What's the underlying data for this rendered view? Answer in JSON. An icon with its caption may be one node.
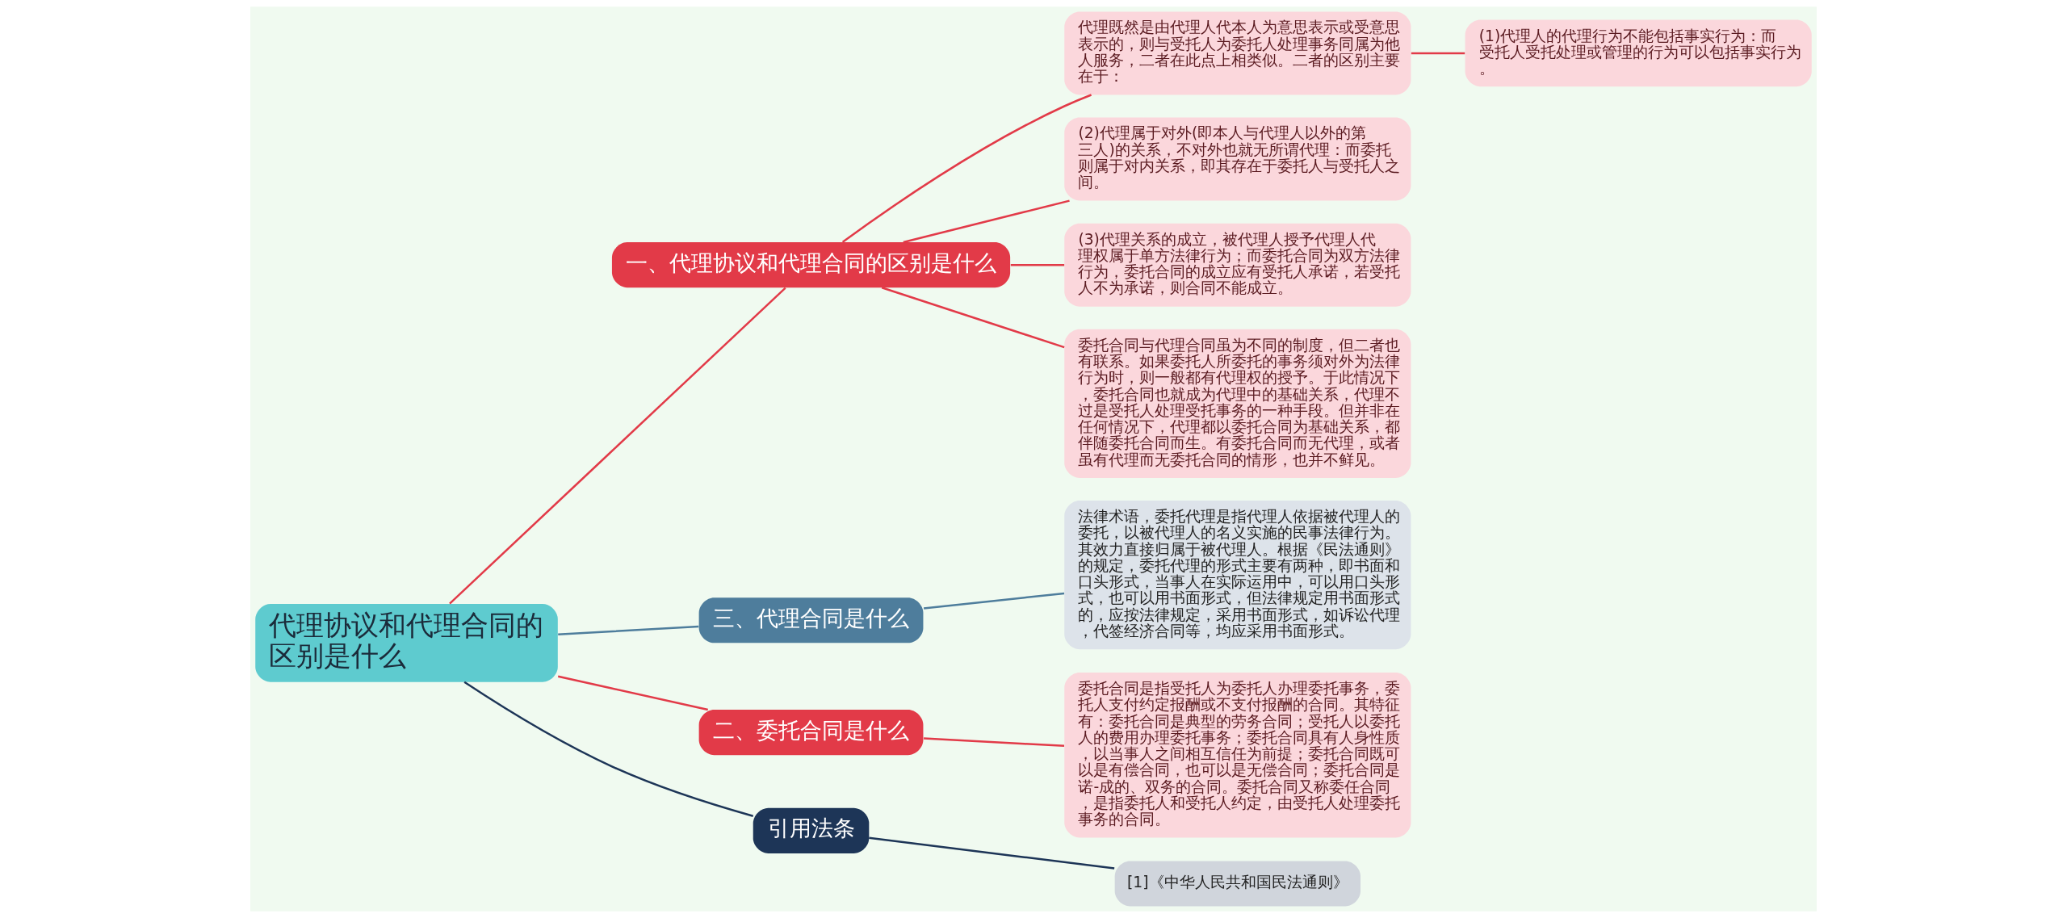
{
  "diagram": {
    "nodes": [
      {
        "text": [
          "代理协议和代理合同的区别是什么"
        ]
      },
      {
        "text": [
          "一、代理协议和代理合同的区别是什么"
        ]
      },
      {
        "text": [
          "代理既然是由代理人代本人为意思表示或受意思表示的，则与受托人为委托人处理事务同属为他人服务，二者在此点上相类似。二者的区别主要在于："
        ]
      },
      {
        "text": [
          "(1)代理人的代理行为不能包括事实行为：而受托人受托处理或管理的行为可以包括事实行为。"
        ]
      },
      {
        "text": [
          "(2)代理属于对外(即本人与代理人以外的第三人)的关系，不对外也就无所谓代理：而委托则属于对内关系，即其存在于委托人与受托人之间。"
        ]
      },
      {
        "text": [
          "(3)代理关系的成立，被代理人授予代理人代理权属于单方法律行为；而委托合同为双方法律行为，委托合同的成立应有受托人承诺，若受托人不为承诺，则合同不能成立。"
        ]
      },
      {
        "text": [
          "委托合同与代理合同虽为不同的制度，但二者也有联系。如果委托人所委托的事务须对外为法律行为时，则一般都有代理权的授予。于此情况下，委托合同也就成为代理中的基础关系，代理不过是受托人处理受托事务的一种手段。但并非在任何情况下，代理都以委托合同为基础关系，都伴随委托合同而生。有委托合同而无代理，或者虽有代理而无委托合同的情形，也并不鲜见。"
        ]
      },
      {
        "text": [
          "三、代理合同是什么"
        ]
      },
      {
        "text": [
          "法律术语，委托代理是指代理人依据被代理人的委托，以被代理人的名义实施的民事法律行为。其效力直接归属于被代理人。根据《民法通则》的规定，委托代理的形式主要有两种，即书面和口头形式，当事人在实际运用中，可以用口头形式，也可以用书面形式，但法律规定用书面形式的，应按法律规定，采用书面形式，如诉讼代理，代签经济合同等，均应采用书面形式。"
        ]
      },
      {
        "text": [
          "二、委托合同是什么"
        ]
      },
      {
        "text": [
          "委托合同是指受托人为委托人办理委托事务，委托人支付约定报酬或不支付报酬的合同。其特征有：委托合同是典型的劳务合同；受托人以委托人的费用办理委托事务；委托合同具有人身性质，以当事人之间相互信任为前提；委托合同既可以是有偿合同，也可以是无偿合同；委托合同是诺-成的、双务的合同。委托合同又称委任合同，是指委托人和受托人约定，由受托人处理委托事务的合同。"
        ]
      },
      {
        "text": [
          "引用法条"
        ]
      },
      {
        "text": [
          "[1]《中华人民共和国民法通则》"
        ]
      }
    ],
    "edges": [
      {
        "from": 0,
        "to": 1,
        "arrow": "none"
      },
      {
        "from": 1,
        "to": 2,
        "arrow": "none"
      },
      {
        "from": 2,
        "to": 3,
        "arrow": "none"
      },
      {
        "from": 1,
        "to": 4,
        "arrow": "none"
      },
      {
        "from": 1,
        "to": 5,
        "arrow": "none"
      },
      {
        "from": 1,
        "to": 6,
        "arrow": "none"
      },
      {
        "from": 0,
        "to": 7,
        "arrow": "none",
        "color": "#4e7d9c"
      },
      {
        "from": 7,
        "to": 8,
        "arrow": "none",
        "color": "#4e7d9c"
      },
      {
        "from": 0,
        "to": 9,
        "arrow": "none"
      },
      {
        "from": 9,
        "to": 10,
        "arrow": "none"
      },
      {
        "from": 0,
        "to": 11,
        "arrow": "none",
        "color": "#1d3557"
      },
      {
        "from": 11,
        "to": 12,
        "arrow": "none",
        "color": "#1d3557"
      }
    ]
  }
}
